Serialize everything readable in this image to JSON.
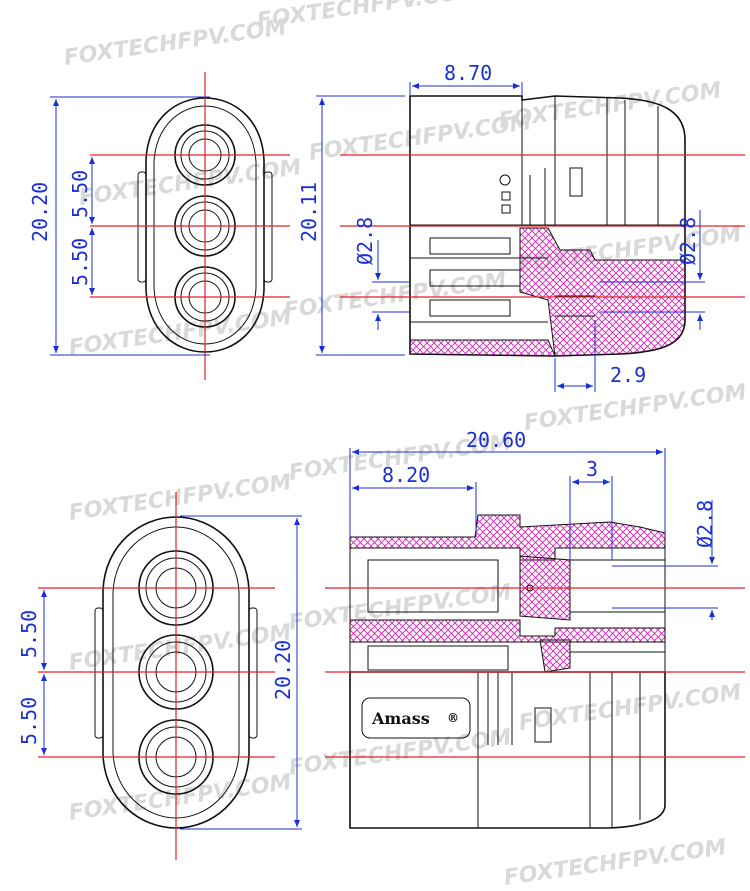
{
  "watermark_text": "FOXTECHFPV.COM",
  "brand_label": "Amass",
  "registered_mark": "®",
  "colors": {
    "outline": "#111111",
    "center_line": "#e4202a",
    "dimension": "#1a2fd6",
    "section_hatch": "#d81fb7",
    "watermark": "#d9d9d9"
  },
  "views": {
    "top_front": {
      "height": "20.20",
      "pin_pitch_top": "5.50",
      "pin_pitch_bottom": "5.50"
    },
    "top_side": {
      "width": "8.70",
      "height": "20.11",
      "pin_dia_left": "Ø2.8",
      "pin_dia_right": "Ø2.8",
      "offset": "2.9"
    },
    "bottom_front": {
      "height": "20.20",
      "pin_pitch_top": "5.50",
      "pin_pitch_bottom": "5.50"
    },
    "bottom_side": {
      "length": "20.60",
      "sub_length": "8.20",
      "gap": "3",
      "pin_dia": "Ø2.8"
    }
  }
}
